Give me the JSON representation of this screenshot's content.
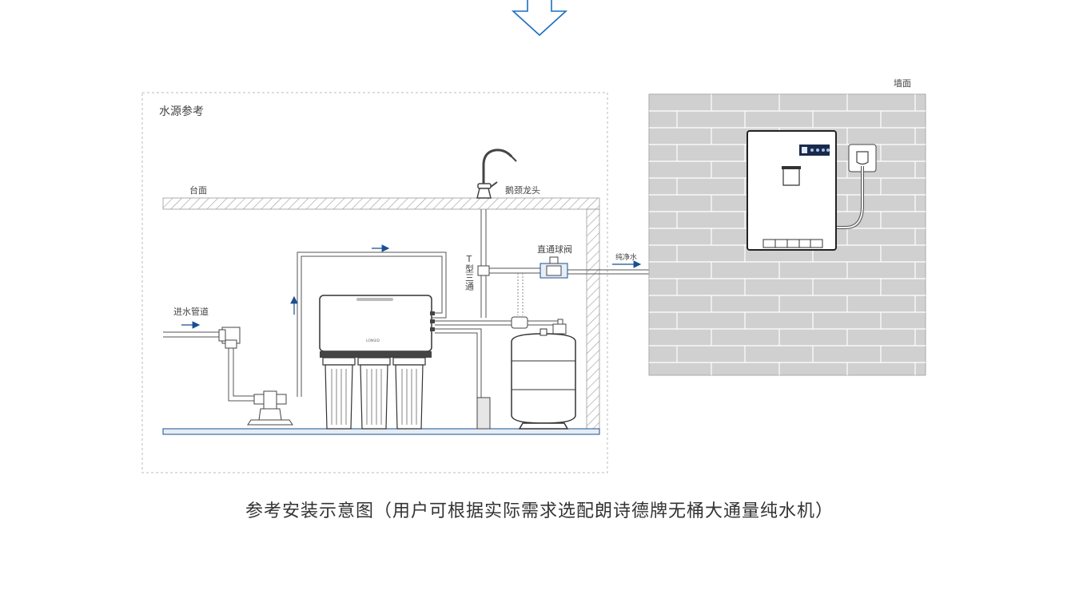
{
  "labels": {
    "water_source": "水源参考",
    "counter": "台面",
    "faucet": "鹅颈龙头",
    "tee": "T型三通",
    "ball_valve": "直通球阀",
    "inlet": "进水管道",
    "pure_water": "纯净水",
    "wall": "墙面",
    "brand_mark": "LONSID"
  },
  "caption": "参考安装示意图（用户可根据实际需求选配朗诗德牌无桶大通量纯水机）",
  "colors": {
    "accent": "#1b4f8f",
    "line": "#555555",
    "wall_fill": "#d0d0d0",
    "wall_line": "#ffffff",
    "hatch": "#999999",
    "dashed_border": "#bbbbbb",
    "text": "#333333"
  }
}
